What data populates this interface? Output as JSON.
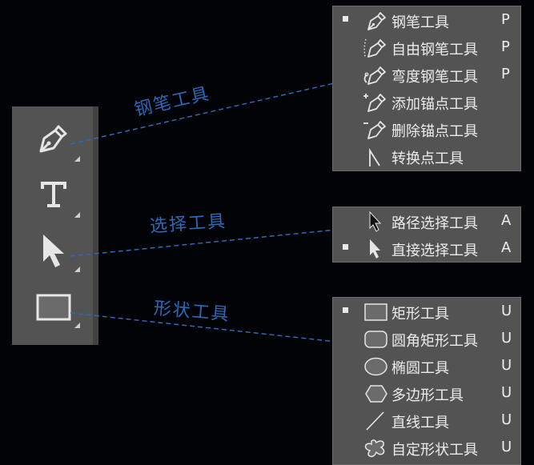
{
  "colors": {
    "background": "#020306",
    "panel_bg": "#535353",
    "callout_blue": "#2f68b4",
    "text": "#ececec"
  },
  "toolbar": {
    "tools": [
      {
        "name": "pen-tool",
        "icon": "pen-icon"
      },
      {
        "name": "type-tool",
        "icon": "type-icon",
        "glyph": "T"
      },
      {
        "name": "path-selection-tool",
        "icon": "arrow-cursor-icon"
      },
      {
        "name": "shape-tool",
        "icon": "rectangle-icon"
      }
    ]
  },
  "callouts": {
    "pen": "钢笔工具",
    "selection": "选择工具",
    "shape": "形状工具"
  },
  "pen_menu": {
    "items": [
      {
        "label": "钢笔工具",
        "key": "P",
        "active": true,
        "icon": "pen-icon"
      },
      {
        "label": "自由钢笔工具",
        "key": "P",
        "active": false,
        "icon": "freeform-pen-icon"
      },
      {
        "label": "弯度钢笔工具",
        "key": "P",
        "active": false,
        "icon": "curvature-pen-icon"
      },
      {
        "label": "添加锚点工具",
        "key": "",
        "active": false,
        "icon": "add-anchor-icon"
      },
      {
        "label": "删除锚点工具",
        "key": "",
        "active": false,
        "icon": "delete-anchor-icon"
      },
      {
        "label": "转换点工具",
        "key": "",
        "active": false,
        "icon": "convert-point-icon"
      }
    ]
  },
  "selection_menu": {
    "items": [
      {
        "label": "路径选择工具",
        "key": "A",
        "active": false,
        "icon": "black-arrow-icon"
      },
      {
        "label": "直接选择工具",
        "key": "A",
        "active": true,
        "icon": "white-arrow-icon"
      }
    ]
  },
  "shape_menu": {
    "items": [
      {
        "label": "矩形工具",
        "key": "U",
        "active": true,
        "icon": "rectangle-icon"
      },
      {
        "label": "圆角矩形工具",
        "key": "U",
        "active": false,
        "icon": "rounded-rectangle-icon"
      },
      {
        "label": "椭圆工具",
        "key": "U",
        "active": false,
        "icon": "ellipse-icon"
      },
      {
        "label": "多边形工具",
        "key": "U",
        "active": false,
        "icon": "polygon-icon"
      },
      {
        "label": "直线工具",
        "key": "U",
        "active": false,
        "icon": "line-icon"
      },
      {
        "label": "自定形状工具",
        "key": "U",
        "active": false,
        "icon": "custom-shape-icon"
      }
    ]
  }
}
